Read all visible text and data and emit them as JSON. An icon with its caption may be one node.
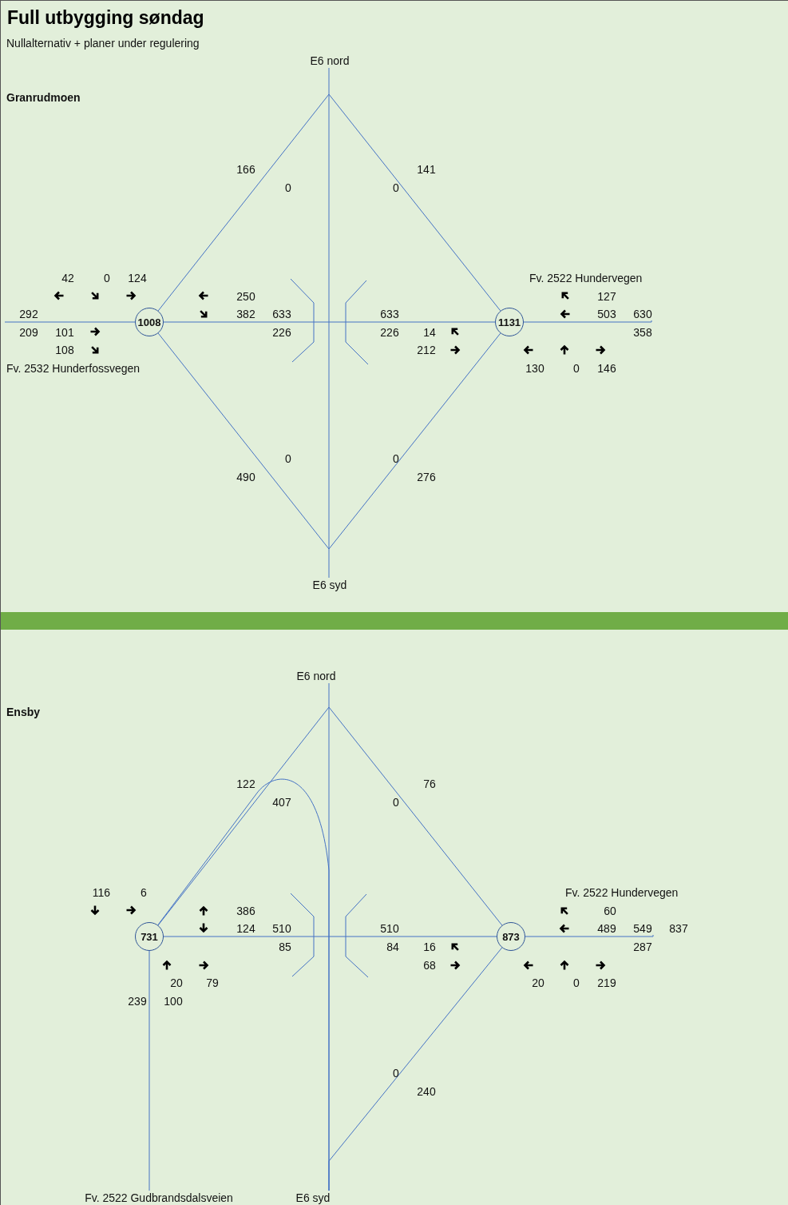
{
  "diagram": {
    "title": "Full utbygging søndag",
    "nodes": [
      {
        "text": [
          "E6 nord"
        ]
      },
      {
        "text": [
          "E6 syd"
        ]
      },
      {
        "text": [
          "1008"
        ]
      },
      {
        "text": [
          "1131"
        ]
      },
      {
        "text": [
          "E6 nord"
        ]
      },
      {
        "text": [
          "E6 syd"
        ]
      },
      {
        "text": [
          "731"
        ]
      },
      {
        "text": [
          "873"
        ]
      },
      {
        "text": [
          "Fv. 2522 Gudbrandsdalsveien"
        ]
      },
      {
        "text": [],
        "shape": "bar"
      },
      {
        "text": [
          "630"
        ]
      },
      {
        "text": [
          "549"
        ]
      }
    ],
    "edges": [
      {
        "from": 0,
        "to": 1,
        "arrow": "none"
      },
      {
        "from": 2,
        "to": 3,
        "arrow": "none"
      },
      {
        "from": 2,
        "to": 3,
        "arrow": "none"
      },
      {
        "from": 2,
        "to": 3,
        "arrow": "none"
      },
      {
        "from": 2,
        "to": null,
        "arrow": "none"
      },
      {
        "from": 3,
        "to": 10,
        "arrow": "none"
      },
      {
        "from": 4,
        "to": 5,
        "arrow": "none"
      },
      {
        "from": 6,
        "to": 7,
        "arrow": "none"
      },
      {
        "from": 6,
        "to": 7,
        "arrow": "none"
      },
      {
        "from": 7,
        "to": 5,
        "arrow": "none"
      },
      {
        "from": 6,
        "to": 5,
        "arrow": "none"
      },
      {
        "from": 6,
        "to": 8,
        "arrow": "none"
      },
      {
        "from": 7,
        "to": 11,
        "arrow": "none"
      }
    ],
    "labels": [
      "Nullalternativ + planer under regulering",
      "Granrudmoen",
      "166",
      "141",
      "0",
      "0",
      "42",
      "0",
      "124",
      "Fv. 2522 Hundervegen",
      "250",
      "127",
      "292",
      "382",
      "633",
      "633",
      "503",
      "209",
      "101",
      "226",
      "226",
      "14",
      "358",
      "108",
      "212",
      "Fv. 2532 Hunderfossvegen",
      "130",
      "0",
      "146",
      "0",
      "0",
      "490",
      "276",
      "Ensby",
      "122",
      "76",
      "407",
      "0",
      "116",
      "6",
      "Fv. 2522 Hundervegen",
      "386",
      "60",
      "124",
      "510",
      "510",
      "489",
      "837",
      "85",
      "84",
      "16",
      "287",
      "68",
      "20",
      "79",
      "20",
      "0",
      "219",
      "239",
      "100",
      "0",
      "240"
    ]
  }
}
